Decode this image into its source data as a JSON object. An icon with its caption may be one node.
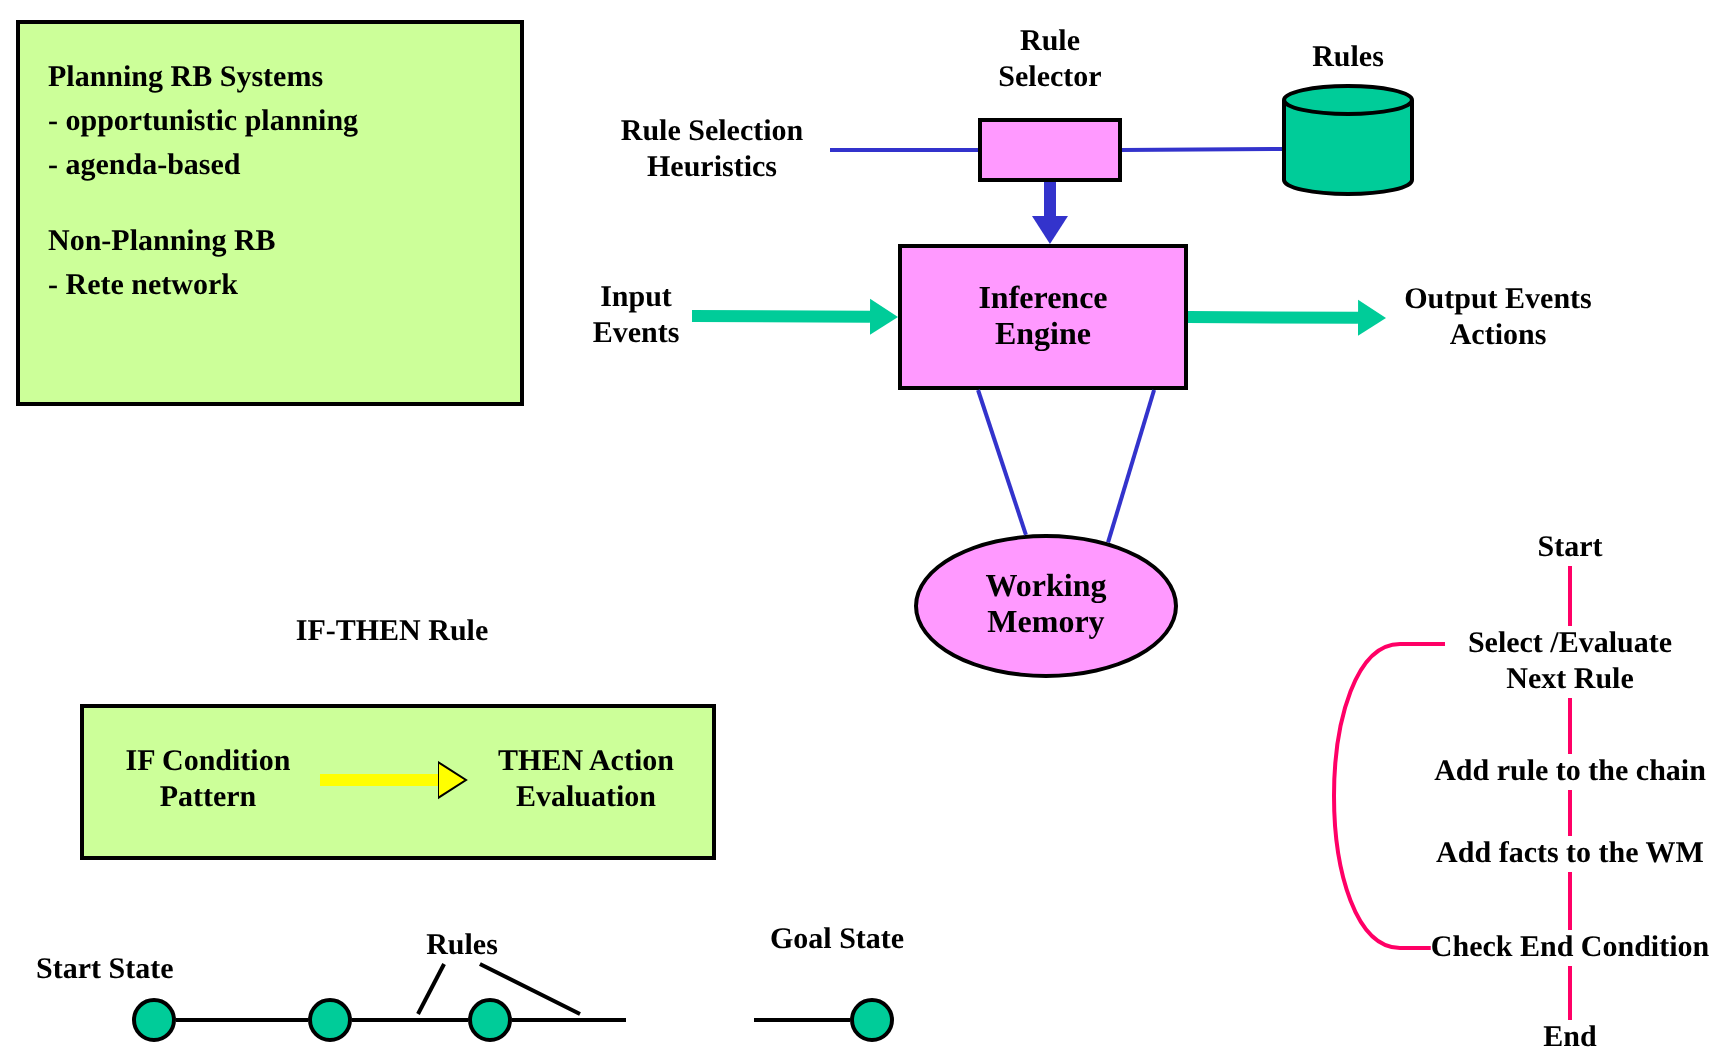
{
  "diagram": {
    "nodes": [
      {
        "text": [
          "Planning RB Systems",
          "- opportunistic planning",
          "- agenda-based",
          "Non-Planning RB",
          "- Rete network"
        ]
      },
      {
        "text": [
          "Rule Selection Heuristics"
        ]
      },
      {
        "text": [
          "Rule Selector"
        ]
      },
      {
        "text": [
          "Rules"
        ]
      },
      {
        "text": [
          "Input Events"
        ]
      },
      {
        "text": [
          "Inference Engine"
        ]
      },
      {
        "text": [
          "Output Events Actions"
        ]
      },
      {
        "text": [
          "Working Memory"
        ]
      },
      {
        "text": [
          "Start"
        ]
      },
      {
        "text": [
          "Select /Evaluate Next Rule"
        ]
      },
      {
        "text": [
          "Add rule to the chain"
        ]
      },
      {
        "text": [
          "Add facts to the WM"
        ]
      },
      {
        "text": [
          "Check End Condition"
        ]
      },
      {
        "text": [
          "End"
        ]
      },
      {
        "text": [
          "IF-THEN Rule"
        ]
      },
      {
        "text": [
          "IF Condition Pattern"
        ],
        "in": 14
      },
      {
        "text": [
          "THEN Action Evaluation"
        ],
        "in": 14
      },
      {
        "text": [],
        "shape": "circle",
        "beside": [
          "Start State"
        ]
      },
      {
        "text": [],
        "shape": "circle"
      },
      {
        "text": [],
        "shape": "circle"
      },
      {
        "text": [],
        "shape": "circle",
        "beside": [
          "Goal State"
        ]
      },
      {
        "text": [
          "Rules"
        ]
      }
    ],
    "edges": [
      {
        "from": 1,
        "to": 2,
        "arrow": "none",
        "color": "#3333cc"
      },
      {
        "from": 2,
        "to": 3,
        "arrow": "none",
        "color": "#3333cc"
      },
      {
        "from": 2,
        "to": 5,
        "arrow": "to",
        "style": "thick",
        "color": "#3333cc"
      },
      {
        "from": 4,
        "to": 5,
        "arrow": "to",
        "style": "thick",
        "color": "#00cc99"
      },
      {
        "from": 5,
        "to": 6,
        "arrow": "to",
        "style": "thick",
        "color": "#00cc99"
      },
      {
        "from": 5,
        "to": 7,
        "arrow": "none",
        "color": "#3333cc"
      },
      {
        "from": 5,
        "to": 7,
        "arrow": "none",
        "color": "#3333cc"
      },
      {
        "from": 8,
        "to": 9,
        "arrow": "none",
        "color": "#ff0066"
      },
      {
        "from": 9,
        "to": 10,
        "arrow": "none",
        "color": "#ff0066"
      },
      {
        "from": 10,
        "to": 11,
        "arrow": "none",
        "color": "#ff0066"
      },
      {
        "from": 11,
        "to": 12,
        "arrow": "none",
        "color": "#ff0066"
      },
      {
        "from": 12,
        "to": 13,
        "arrow": "none",
        "color": "#ff0066"
      },
      {
        "from": 12,
        "to": 9,
        "arrow": "none",
        "color": "#ff0066"
      },
      {
        "from": 15,
        "to": 16,
        "arrow": "to",
        "style": "thick",
        "color": "#ffff00"
      },
      {
        "from": 17,
        "to": 18,
        "arrow": "none",
        "color": "#000000"
      },
      {
        "from": 18,
        "to": 19,
        "arrow": "none",
        "color": "#000000"
      },
      {
        "from": 19,
        "to": null,
        "arrow": "none",
        "color": "#000000"
      },
      {
        "from": null,
        "to": 20,
        "arrow": "none",
        "color": "#000000"
      },
      {
        "from": 21,
        "to": null,
        "arrow": "none",
        "color": "#000000"
      },
      {
        "from": 21,
        "to": null,
        "arrow": "none",
        "color": "#000000"
      }
    ]
  }
}
